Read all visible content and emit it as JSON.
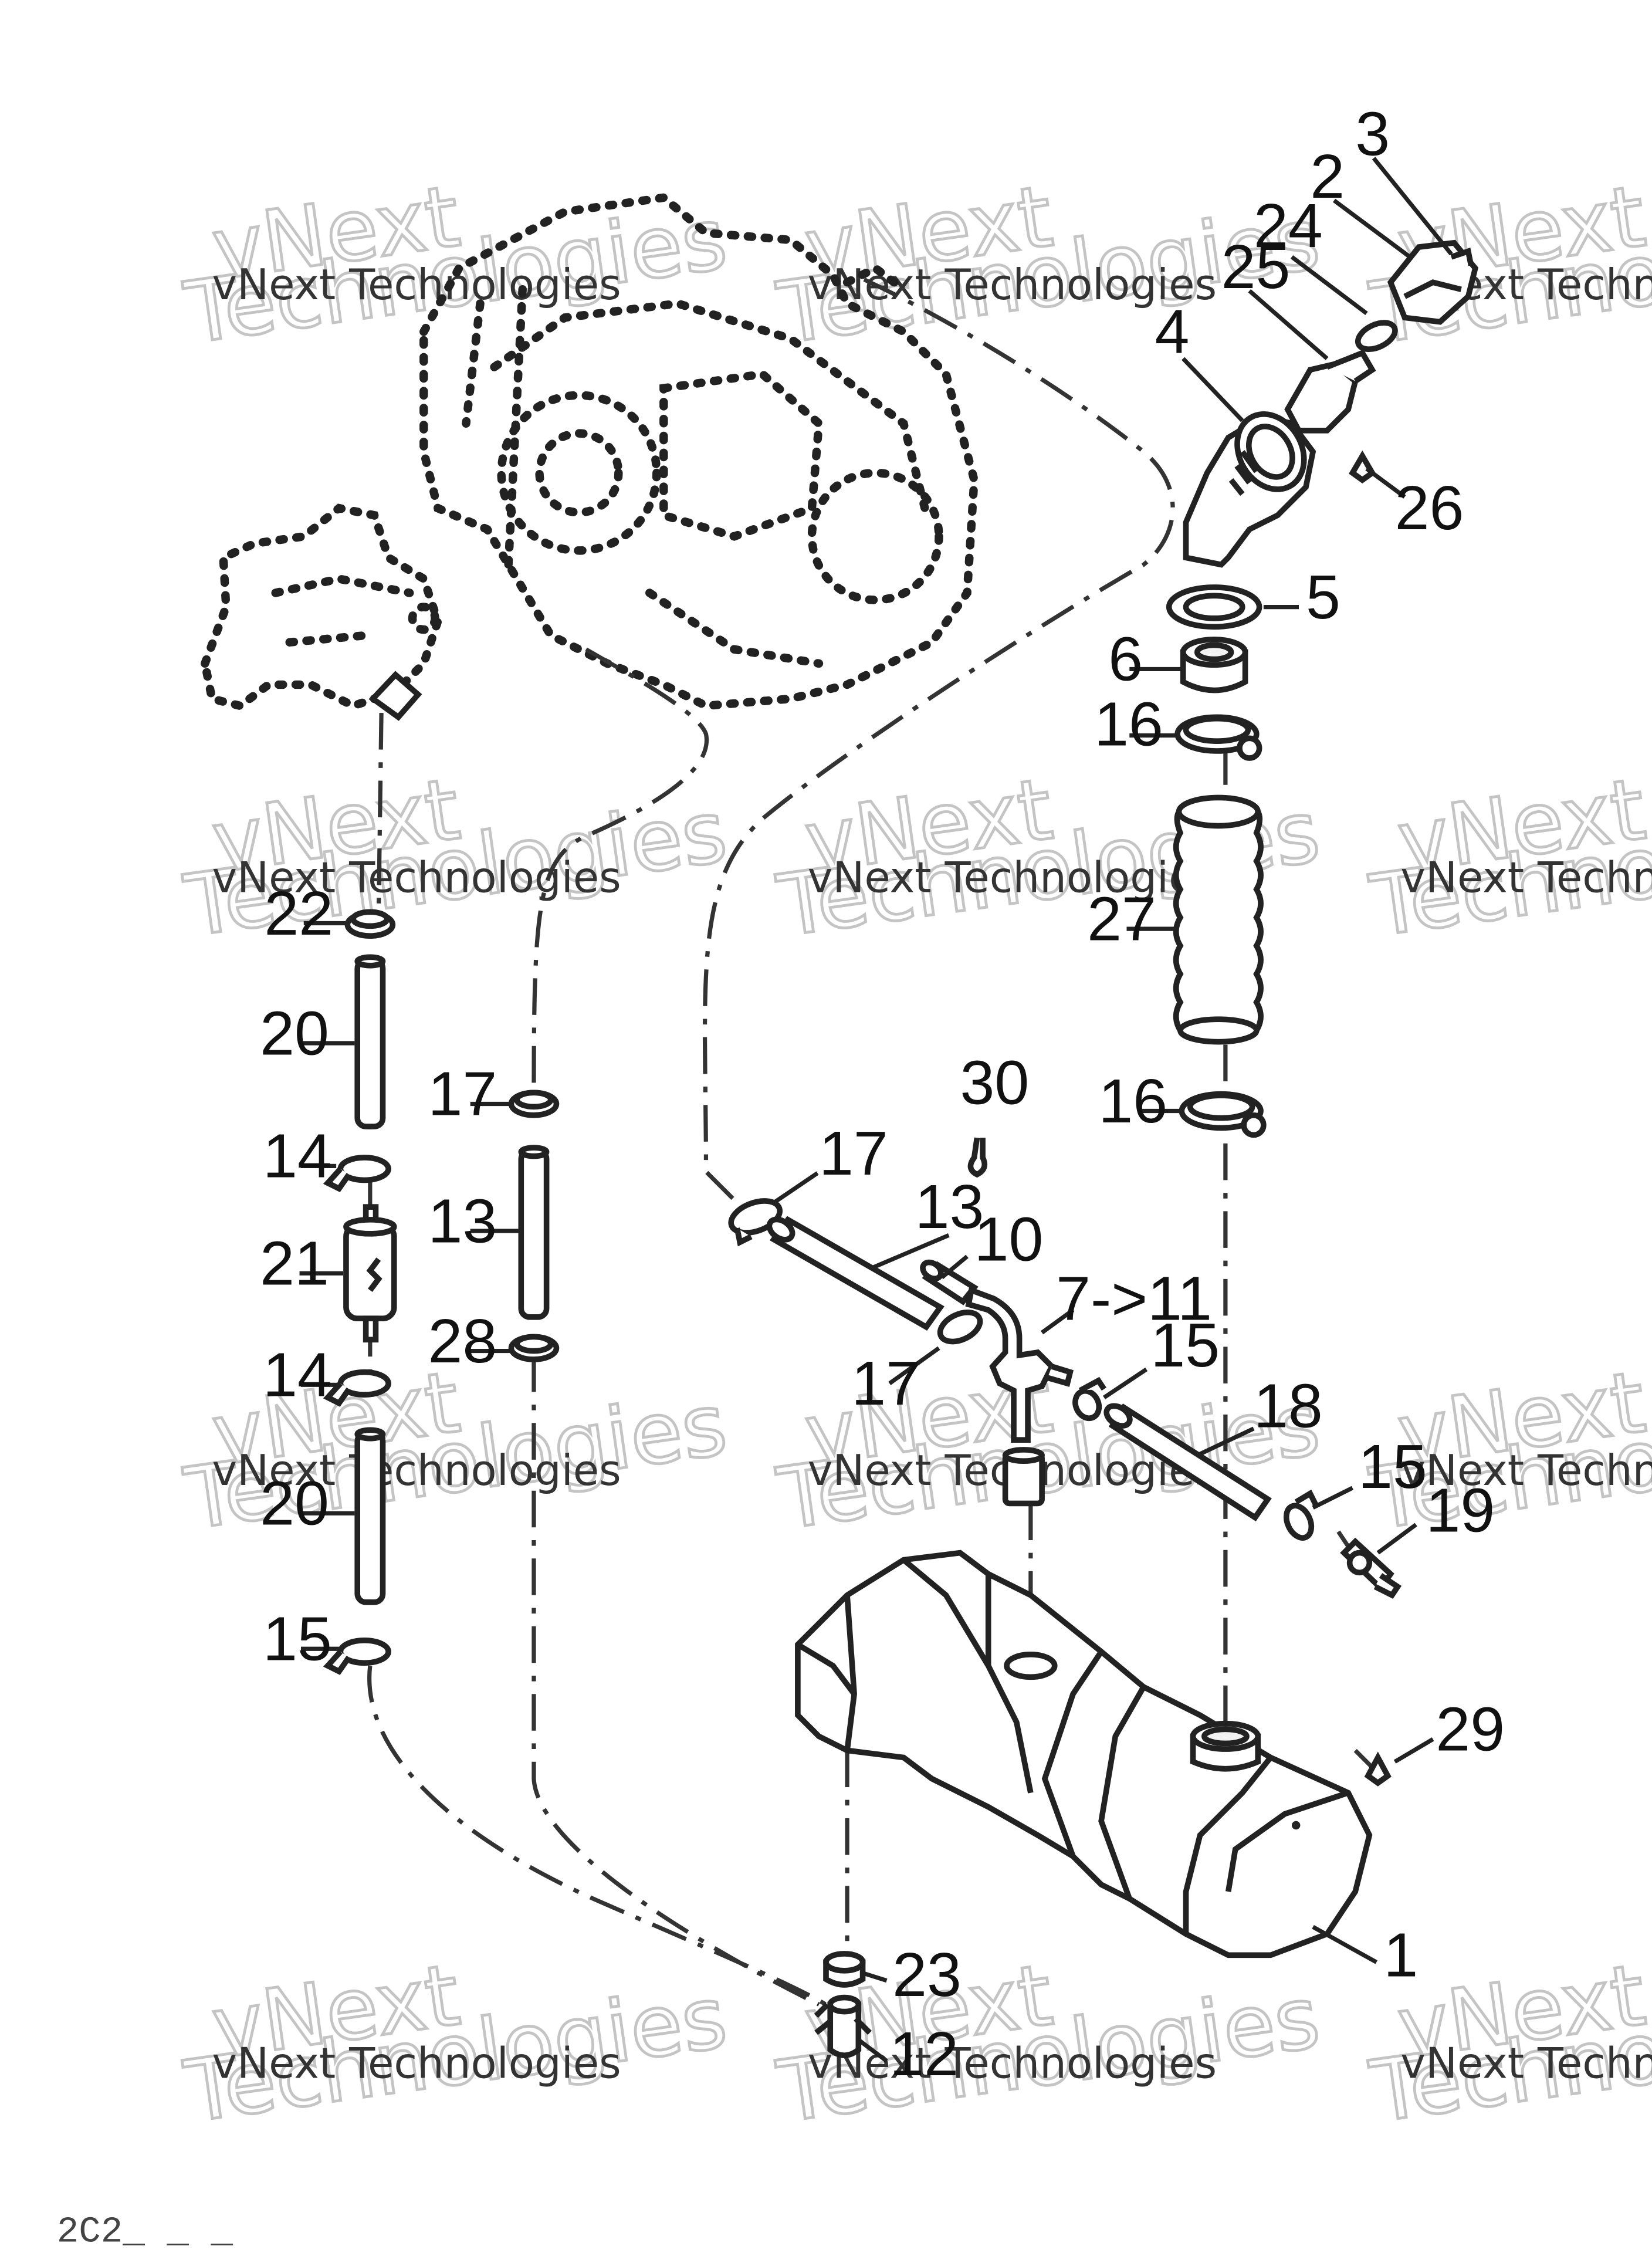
{
  "watermark": {
    "line1": "vNext",
    "line2": "Technologies",
    "full": "vNext Technologies"
  },
  "labels": {
    "p1": "1",
    "p2": "2",
    "p3": "3",
    "p4": "4",
    "p5": "5",
    "p6": "6",
    "p7_11": "7->11",
    "p10": "10",
    "p12": "12",
    "p13a": "13",
    "p13b": "13",
    "p14a": "14",
    "p14b": "14",
    "p15a": "15",
    "p15b": "15",
    "p15c": "15",
    "p16a": "16",
    "p16b": "16",
    "p17a": "17",
    "p17b": "17",
    "p17c": "17",
    "p18": "18",
    "p19": "19",
    "p20a": "20",
    "p20b": "20",
    "p21": "21",
    "p22": "22",
    "p23": "23",
    "p24": "24",
    "p25": "25",
    "p26": "26",
    "p27": "27",
    "p28": "28",
    "p29": "29",
    "p30": "30"
  },
  "footer": "2C2_ _ _"
}
